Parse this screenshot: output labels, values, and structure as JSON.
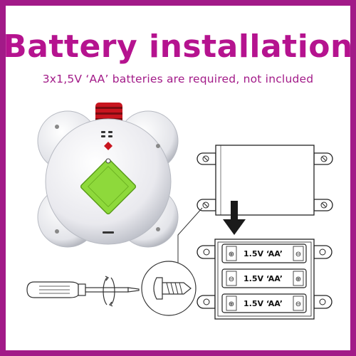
{
  "header": {
    "title": "Battery installation",
    "subtitle": "3x1,5V ‘AA’ batteries are required, not included"
  },
  "batteries": [
    {
      "label": "1.5V ‘AA’"
    },
    {
      "label": "1.5V ‘AA’"
    },
    {
      "label": "1.5V ‘AA’"
    }
  ],
  "colors": {
    "frame": "#a21a88",
    "title": "#b5138f",
    "compartment_green": "#8ed93b",
    "top_red": "#c8151f"
  },
  "icons": [
    "screwdriver-icon",
    "screw-icon",
    "arrow-down-icon",
    "rotate-arrow-icon"
  ]
}
